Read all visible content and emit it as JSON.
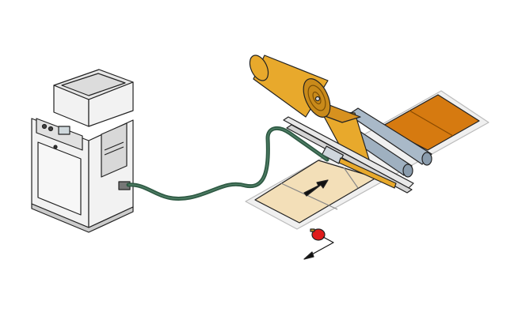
{
  "colors": {
    "roll": "#e8a92c",
    "roll_dark": "#c98a1a",
    "finished_boards": "#d67a10",
    "raw_boards": "#f3dfb8",
    "rollers": "#9fb0c0",
    "hose": "#2f5a44",
    "emergency_button": "#e01b1b",
    "machine": "#f2f2f2",
    "outline": "#222222"
  },
  "icons": [
    "feed-direction-arrow",
    "emergency-stop-button",
    "cable-arrow"
  ]
}
